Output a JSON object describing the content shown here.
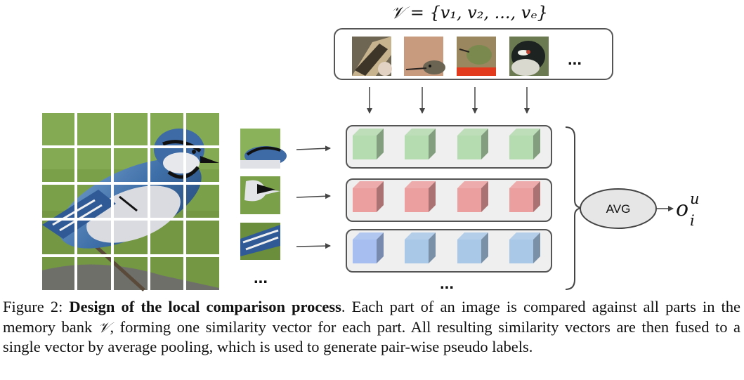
{
  "memory_bank": {
    "label": "𝒱 = {v₁, v₂, ..., vₑ}",
    "ellipsis": "..."
  },
  "patches": {
    "ellipsis": "..."
  },
  "vectors": {
    "ellipsis": "...",
    "row_colors": [
      "#b5dbb0",
      "#ec9f9f",
      "#a9c8e8"
    ],
    "first_blue": "#a6bff0"
  },
  "pooling": {
    "label": "AVG",
    "output": "o",
    "output_sup": "u",
    "output_sub": "i"
  },
  "caption": {
    "figure_label": "Figure 2: ",
    "bold": "Design of the local comparison process",
    "text_1": ". Each part of an image is compared against all parts in the memory bank ",
    "symbol": "𝒱",
    "text_2": ", forming one similarity vector for each part. All resulting similarity vectors are then fused to a single vector by average pooling, which is used to generate pair-wise pseudo labels."
  },
  "colors": {
    "border": "#555555",
    "panel_fill": "#efefef",
    "arrow": "#444444",
    "avg_fill": "#e6e6e6"
  }
}
